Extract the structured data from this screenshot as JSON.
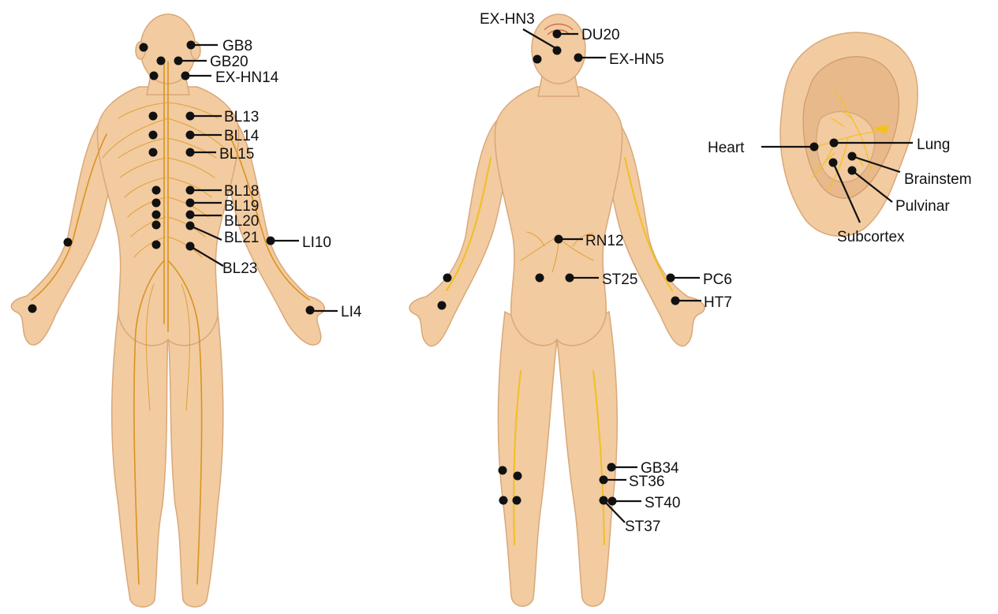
{
  "back_view": {
    "points": {
      "gb8": "GB8",
      "gb20": "GB20",
      "exhn14": "EX-HN14",
      "bl13": "BL13",
      "bl14": "BL14",
      "bl15": "BL15",
      "bl18": "BL18",
      "bl19": "BL19",
      "bl20": "BL20",
      "bl21": "BL21",
      "li10": "LI10",
      "bl23": "BL23",
      "li4": "LI4"
    }
  },
  "front_view": {
    "points": {
      "exhn3": "EX-HN3",
      "du20": "DU20",
      "exhn5": "EX-HN5",
      "rn12": "RN12",
      "st25": "ST25",
      "pc6": "PC6",
      "ht7": "HT7",
      "gb34": "GB34",
      "st36": "ST36",
      "st40": "ST40",
      "st37": "ST37"
    }
  },
  "ear_view": {
    "points": {
      "heart": "Heart",
      "lung": "Lung",
      "brainstem": "Brainstem",
      "pulvinar": "Pulvinar",
      "subcortex": "Subcortex"
    }
  },
  "colors": {
    "skin": "#f2cba1",
    "nerve_back": "#d9941f",
    "nerve_front": "#f0c020",
    "point_marker": "#111111"
  }
}
